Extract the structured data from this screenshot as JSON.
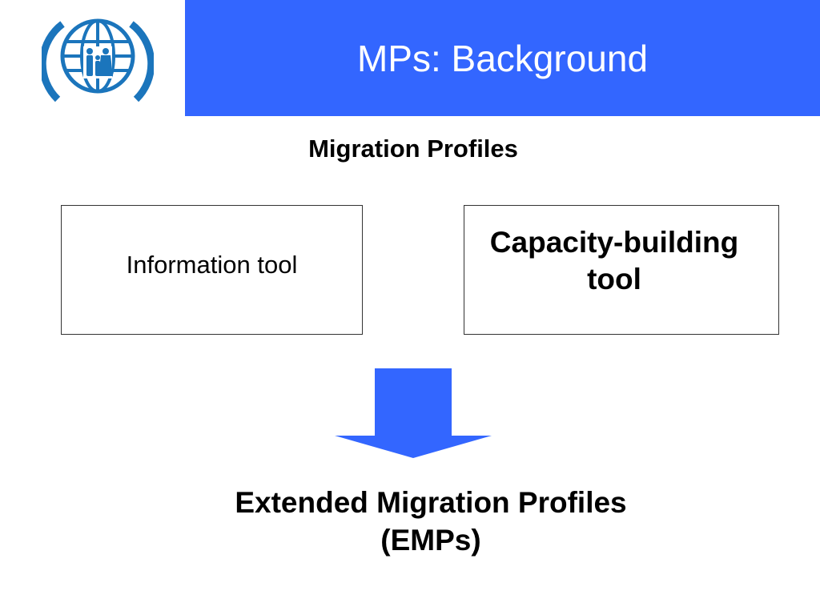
{
  "slide": {
    "title": "MPs: Background",
    "heading": "Migration Profiles",
    "left_box": "Information tool",
    "right_box": "Capacity-building tool",
    "result": "Extended Migration Profiles (EMPs)"
  },
  "logo": {
    "icon": "globe-family-logo",
    "color": "#1b75bc"
  },
  "colors": {
    "accent": "#3366ff",
    "text": "#000000",
    "box_border": "#333333"
  },
  "icons": {
    "arrow": "down-arrow-icon"
  }
}
